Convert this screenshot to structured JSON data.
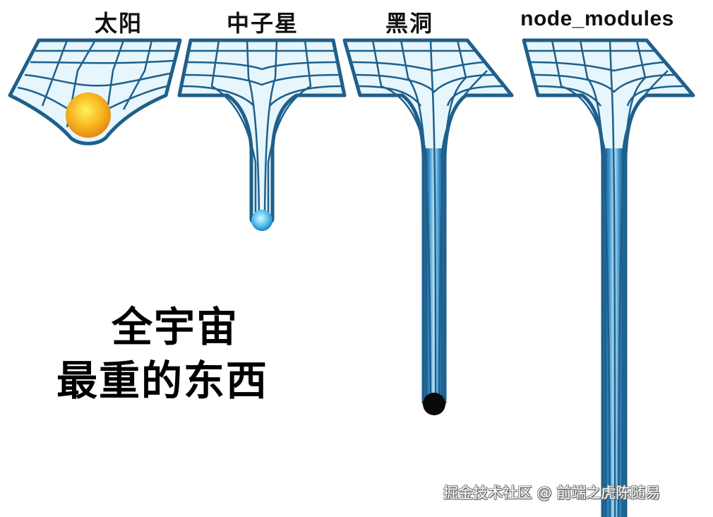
{
  "panels": [
    {
      "label": "太阳",
      "object": "sun",
      "object_color": "#f5a91a"
    },
    {
      "label": "中子星",
      "object": "neutron-star",
      "object_color": "#45b3e8"
    },
    {
      "label": "黑洞",
      "object": "black-hole",
      "object_color": "#0a0a0a"
    },
    {
      "label": "node_modules",
      "object": "none"
    }
  ],
  "caption": {
    "line1": "全宇宙",
    "line2": "最重的东西"
  },
  "watermark": "掘金技术社区 @ 前端之虎陈随易",
  "colors": {
    "grid_line": "#1f5f8b",
    "grid_fill": "#e6f6fc",
    "background": "#ffffff"
  }
}
